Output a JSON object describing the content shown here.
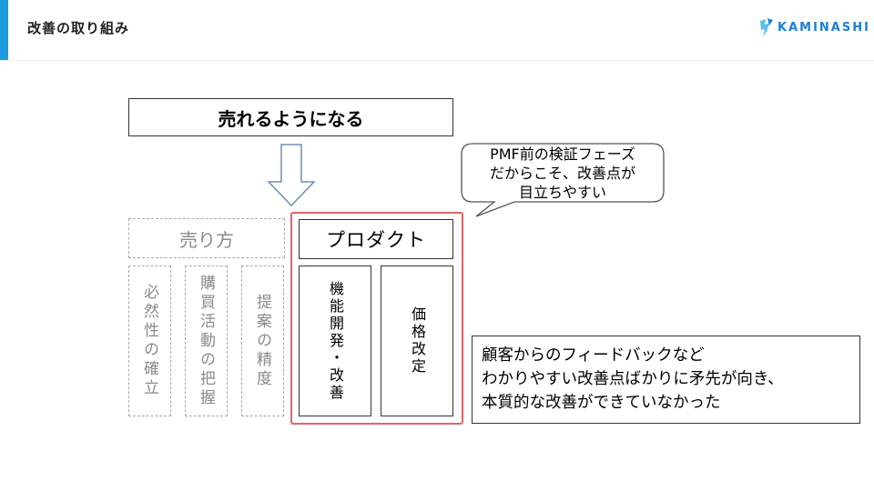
{
  "header": {
    "title": "改善の取り組み",
    "logo_text": "KAMINASHI",
    "accent_color": "#1e9be0"
  },
  "goal": {
    "label": "売れるようになる"
  },
  "bubble": {
    "lines": [
      "PMF前の検証フェーズ",
      "だからこそ、改善点が",
      "目立ちやすい"
    ]
  },
  "sales": {
    "label": "売り方",
    "columns": [
      "必然性の確立",
      "購買活動の把握",
      "提案の精度"
    ]
  },
  "product": {
    "label": "プロダクト",
    "columns": [
      "機能開発・改善",
      "価格改定"
    ],
    "highlight_color": "#e06666"
  },
  "note": {
    "lines": [
      "顧客からのフィードバックなど",
      "わかりやすい改善点ばかりに矛先が向き、",
      "本質的な改善ができていなかった"
    ]
  }
}
